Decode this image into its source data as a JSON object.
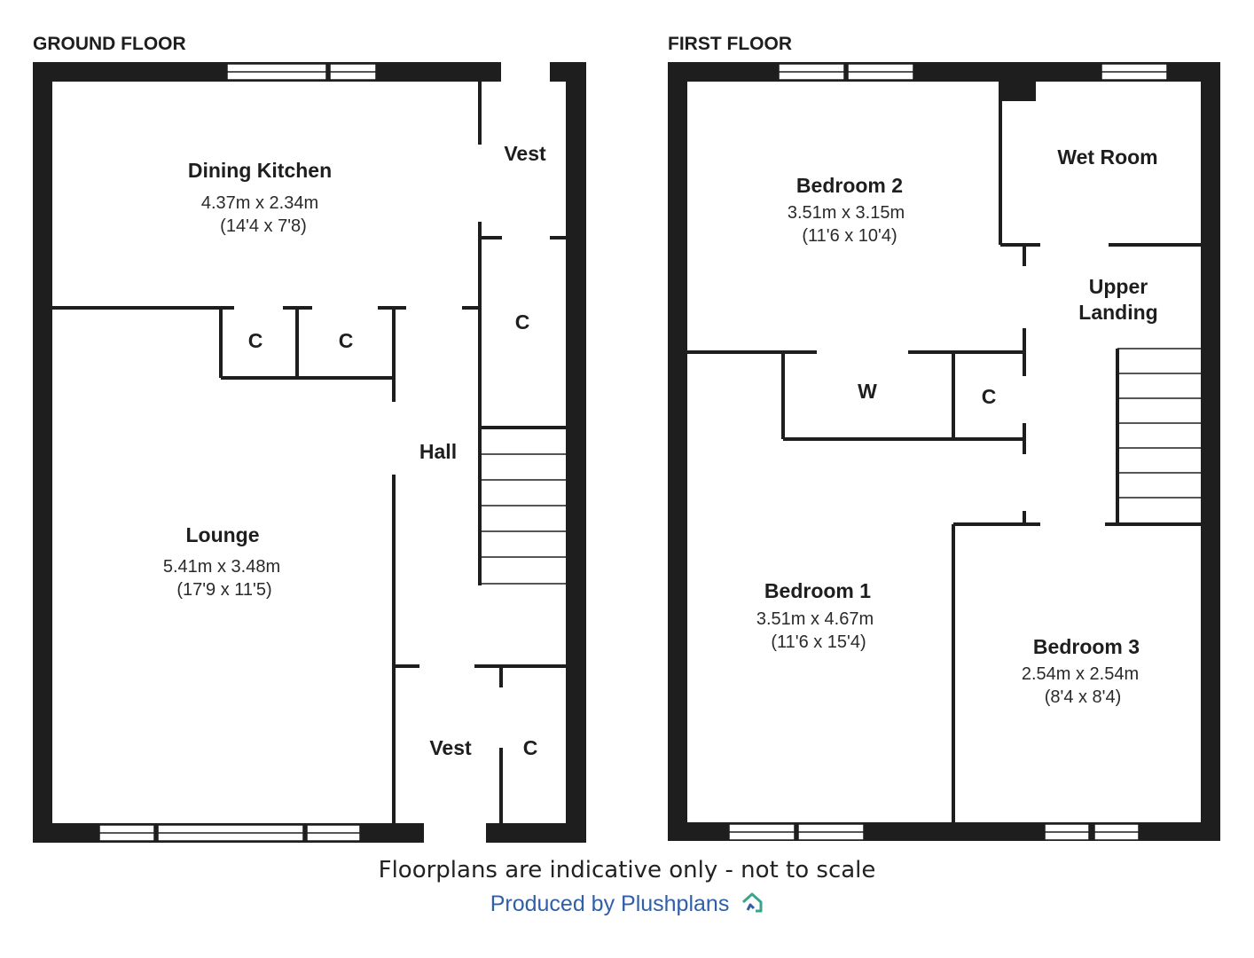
{
  "ground_floor": {
    "title": "GROUND FLOOR",
    "dining_kitchen": {
      "name": "Dining Kitchen",
      "dim_m": "4.37m x 2.34m",
      "dim_ft": "(14'4 x 7'8)"
    },
    "vest_top": {
      "name": "Vest"
    },
    "cupboard_right": {
      "name": "C"
    },
    "cupboard_left_1": {
      "name": "C"
    },
    "cupboard_left_2": {
      "name": "C"
    },
    "hall": {
      "name": "Hall"
    },
    "lounge": {
      "name": "Lounge",
      "dim_m": "5.41m x 3.48m",
      "dim_ft": "(17'9 x 11'5)"
    },
    "vest_bottom": {
      "name": "Vest"
    },
    "cupboard_bottom": {
      "name": "C"
    }
  },
  "first_floor": {
    "title": "FIRST FLOOR",
    "bedroom2": {
      "name": "Bedroom 2",
      "dim_m": "3.51m x 3.15m",
      "dim_ft": "(11'6 x 10'4)"
    },
    "wet_room": {
      "name": "Wet Room"
    },
    "upper_landing": {
      "name_line1": "Upper",
      "name_line2": "Landing"
    },
    "wardrobe": {
      "name": "W"
    },
    "cupboard": {
      "name": "C"
    },
    "bedroom1": {
      "name": "Bedroom 1",
      "dim_m": "3.51m x 4.67m",
      "dim_ft": "(11'6 x 15'4)"
    },
    "bedroom3": {
      "name": "Bedroom 3",
      "dim_m": "2.54m x 2.54m",
      "dim_ft": "(8'4 x 8'4)"
    }
  },
  "footer": {
    "disclaimer": "Floorplans are indicative only - not to scale",
    "credit": "Produced by Plushplans"
  },
  "colors": {
    "wall": "#1e1e1e",
    "credit": "#2f5fa8",
    "logo": "#3aa58a"
  }
}
